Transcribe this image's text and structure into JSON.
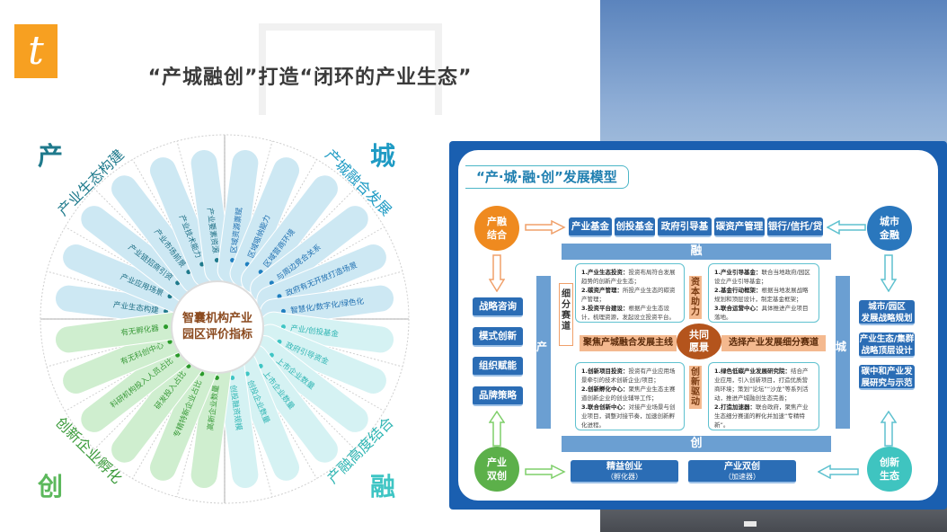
{
  "header": {
    "logo_glyph": "t",
    "title": "“产城融创”打造“闭环的产业生态”"
  },
  "wheel": {
    "center": [
      "智囊机构产业",
      "园区评价指标"
    ],
    "corners": {
      "top_left": "产",
      "top_right": "城",
      "bottom_left": "创",
      "bottom_right": "融"
    },
    "arcs": {
      "top_left": "产业生态构建",
      "top_right": "产城融合发展",
      "bottom_left": "创新企业孵化",
      "bottom_right": "产融高度结合"
    },
    "quadrants": {
      "industry": {
        "color": "#cde8f3",
        "items": [
          "产业生态构建",
          "产业应用场景",
          "产业链招商引资",
          "产业市场前景",
          "产业技术能力",
          "产业要素资源"
        ]
      },
      "city": {
        "color": "#cde8f3",
        "items": [
          "区域资源禀赋",
          "区域吸纳能力",
          "区域营商环境",
          "与周边竞合关系",
          "政府有无开放打造场景",
          "智慧化/数字化/绿色化"
        ]
      },
      "innovation": {
        "color": "#cfeecf",
        "items": [
          "高新企业数量",
          "专精特新企业占比",
          "研发投入占比",
          "科研机构投入人员占比",
          "有无科创中心",
          "有无孵化器"
        ]
      },
      "finance": {
        "color": "#d5f2f3",
        "items": [
          "产业/创投基金",
          "政府引导资金",
          "上市企业数量",
          "上市企业数量",
          "创投企业数量",
          "创投融资规模"
        ]
      }
    }
  },
  "model": {
    "title": "“产·城·融·创”发展模型",
    "nodes": {
      "top_left": [
        "产融",
        "结合"
      ],
      "top_right": [
        "城市",
        "金融"
      ],
      "bottom_left": [
        "产业",
        "双创"
      ],
      "bottom_right": [
        "创新",
        "生态"
      ]
    },
    "finance_buttons": [
      "产业基金",
      "创投基金",
      "政府引导基金",
      "碳资产管理",
      "银行/信托/贷款"
    ],
    "bars": {
      "top": "融",
      "bottom": "创",
      "left": "产",
      "right": "城"
    },
    "left_buttons": [
      "战略咨询",
      "模式创新",
      "组织赋能",
      "品牌策略"
    ],
    "right_buttons": [
      [
        "城市/园区",
        "发展战略规划"
      ],
      [
        "产业生态/集群",
        "战略顶层设计"
      ],
      [
        "碳中和产业发",
        "展研究与示范"
      ]
    ],
    "bottom_buttons": [
      [
        "精益创业",
        "（孵化器）"
      ],
      [
        "产业双创",
        "（加速器）"
      ]
    ],
    "segment_label": "细分赛道",
    "capital_label": "资本助力",
    "innovation_label": "创新驱动",
    "vision": [
      "共同",
      "愿景"
    ],
    "left_arrow": "聚焦产城融合发展主线",
    "right_arrow": "选择产业发展细分赛道",
    "boxes": {
      "top_left": [
        {
          "head": "1.产业生态投资：",
          "body": "投资布局符合发展趋势的创新产业生态；"
        },
        {
          "head": "2.碳资产管理：",
          "body": "所投产业生态的碳资产管理；"
        },
        {
          "head": "3.投资平台建设：",
          "body": "根据产业生态设计，梳理资源，发起设立投资平台。"
        }
      ],
      "top_right": [
        {
          "head": "1.产业引导基金：",
          "body": "联合当地政府/园区设立产业引导基金；"
        },
        {
          "head": "2.基金行动框架：",
          "body": "根据当地发展战略规划和顶层设计，制定基金框架；"
        },
        {
          "head": "3.联合运营中心：",
          "body": "具体推进产业项目落地。"
        }
      ],
      "bottom_left": [
        {
          "head": "1.创新项目投资：",
          "body": "投资有产业应用场景牵引的技术创新企业/项目；"
        },
        {
          "head": "2.创新孵化中心：",
          "body": "聚焦产业生态主赛道创新企业的创业辅导工作；"
        },
        {
          "head": "3.联合创新中心：",
          "body": "对接产业场景与创业项目，调整对接节奏，加速创新孵化进程。"
        }
      ],
      "bottom_right": [
        {
          "head": "1.绿色低碳产业发展研究院：",
          "body": "结合产业应用，引入创新项目，打造优质营商环境；策划“论坛”“沙龙”等系列活动，推进产城融创生态完善；"
        },
        {
          "head": "2.打造加速器：",
          "body": "联合政府，聚焦产业生态细分赛道的孵化并加速“专精特新”。"
        }
      ]
    }
  }
}
